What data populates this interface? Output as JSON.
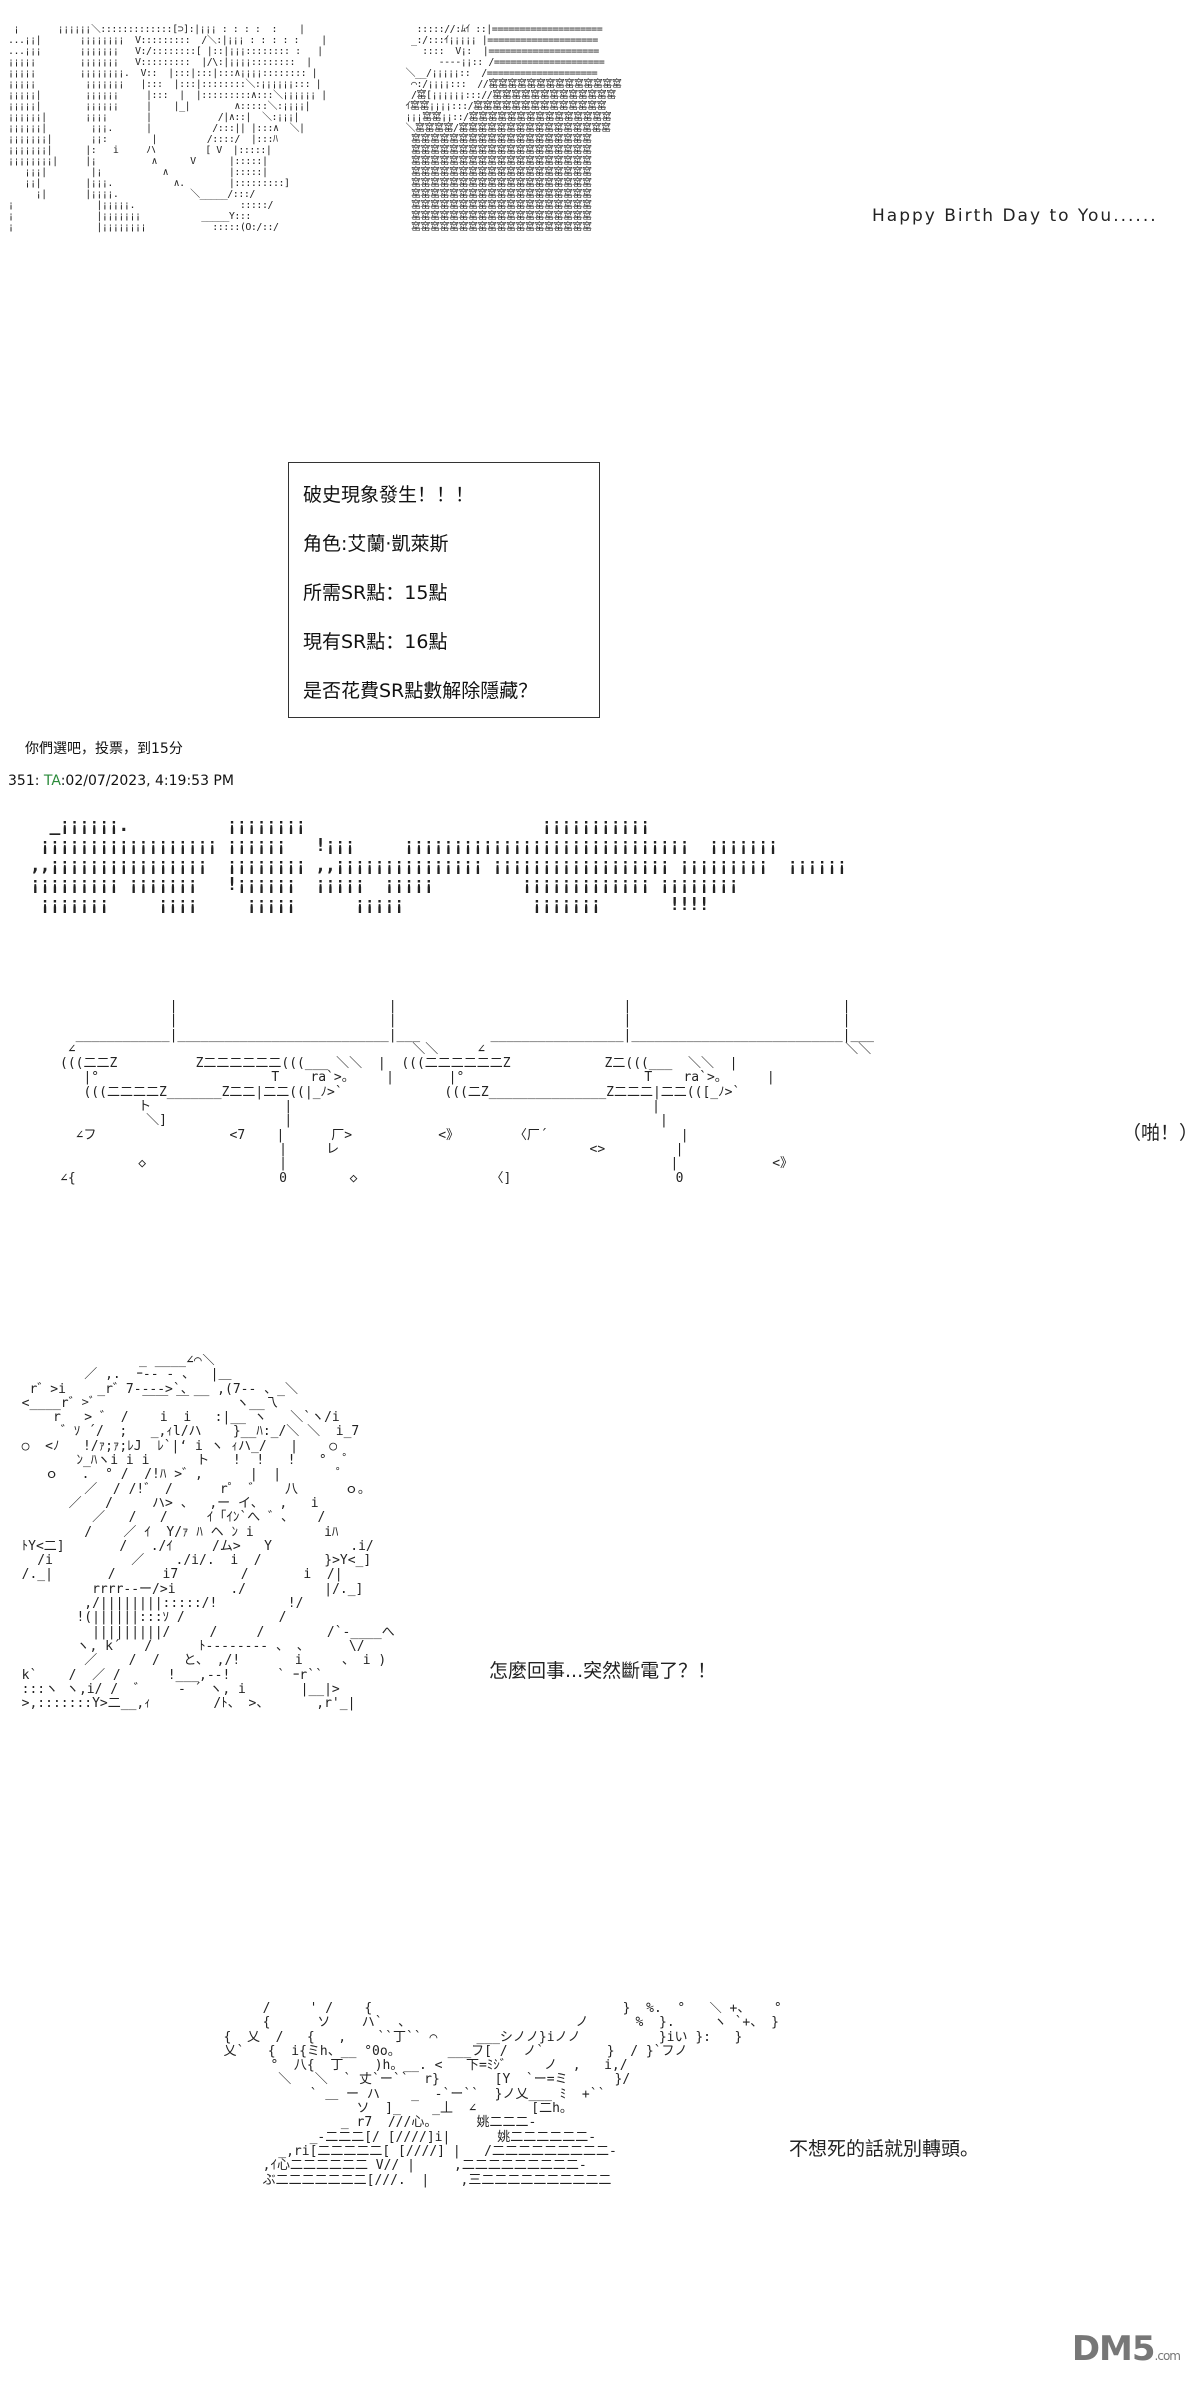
{
  "scene1": {
    "caption": "Happy Birth Day to You......",
    "art_left": " ¡       ¡¡¡¡¡¡＼:::::::::::::[⊃]:|¡¡¡ : : : :  :    |\n...¡¡|       ¡¡¡¡¡¡¡¡  V:::::::::  /＼:|¡¡¡ : : : : :    |\n...¡¡¡       ¡¡¡¡¡¡¡   V:/::::::::[ |::|¡¡¡:::::::: :   |\n¡¡¡¡¡        ¡¡¡¡¡¡¡   V:::::::::  |/\\:|¡¡¡¡::::::::  |\n¡¡¡¡¡        ¡¡¡¡¡¡¡¡.  V::  |:::|:::|:::∧¡¡¡¡:::::::: |\n¡¡¡¡¡         ¡¡¡¡¡¡¡   |:::  |:::|::::::::＼:¡¡¡¡¡¡::: |\n¡¡¡¡¡|        ¡¡¡¡¡¡     |:::  |  |:::::::::∧:::＼¡¡¡¡¡¡ |\n¡¡¡¡¡|        ¡¡¡¡¡¡     |    |_|        ∧:::::＼:¡¡¡¡|\n¡¡¡¡¡¡|       ¡¡¡¡       |            /|∧::|  ＼:¡¡¡|\n¡¡¡¡¡¡|        ¡¡¡.      |           /:::|| |:::∧  ＼|\n¡¡¡¡¡¡¡|       ¡¡:        |         /::::/  |:::ﾊ\n¡¡¡¡¡¡¡|      |:   i     ハ         [ V  |:::::|\n¡¡¡¡¡¡¡¡|     |¡          ∧      V      |:::::|\n   ¡¡¡|        |¡           ∧           |:::::|\n   ¡¡|        |¡¡¡.           ∧.        |:::::::::]\n     ¡|       |¡¡¡¡.             ＼_____/:::/\n¡               |¡¡¡¡¡.                   :::::/\n¡               |¡¡¡¡¡¡¡           _____Y:::\n¡               |¡¡¡¡¡¡¡¡            :::::(O:/::/",
    "art_right": "   ::::://:ﾑｲ ::|====================\n  _:/:::ｲ¡¡¡¡¡ |====================\n    ::::  V¡:  |====================\n       ----¡¡:: /====================\n ＼__/¡¡¡¡¡::  /====================\n  ⌒:/¡¡¡¡:::  //窰窰窰窰窰窰窰窰窰窰窰窰窰窰\n  /窰[¡¡¡¡¡¡::://窰窰窰窰窰窰窰窰窰窰窰窰窰\n ｲ窰窰¡¡¡¡:::/窰窰窰窰窰窰窰窰窰窰窰窰窰窰\n ¡¡¡窰窰¡¡::/窰窰窰窰窰窰窰窰窰窰窰窰窰窰窰\n ＼窰窰窰窰/窰窰窰窰窰窰窰窰窰窰窰窰窰窰窰窰\n  窰窰窰窰窰窰窰窰窰窰窰窰窰窰窰窰窰窰窰\n  窰窰窰窰窰窰窰窰窰窰窰窰窰窰窰窰窰窰窰\n  窰窰窰窰窰窰窰窰窰窰窰窰窰窰窰窰窰窰窰\n  窰窰窰窰窰窰窰窰窰窰窰窰窰窰窰窰窰窰窰\n  窰窰窰窰窰窰窰窰窰窰窰窰窰窰窰窰窰窰窰\n  窰窰窰窰窰窰窰窰窰窰窰窰窰窰窰窰窰窰窰\n  窰窰窰窰窰窰窰窰窰窰窰窰窰窰窰窰窰窰窰\n  窰窰窰窰窰窰窰窰窰窰窰窰窰窰窰窰窰窰窰\n  窰窰窰窰窰窰窰窰窰窰窰窰窰窰窰窰窰窰窰"
  },
  "dialog": {
    "lines": [
      "破史現象發生！！！",
      "角色:艾蘭·凱萊斯",
      "所需SR點：15點",
      "現有SR點：16點",
      "是否花費SR點數解除隱藏？"
    ]
  },
  "post": {
    "vote_note": "你們選吧，投票，到15分",
    "number": "351",
    "author": "TA",
    "timestamp": ":02/07/2023, 4:19:53 PM"
  },
  "scene2": {
    "sfx_art": "   _¡¡¡¡¡¡.          ¡¡¡¡¡¡¡¡                        ¡¡¡¡¡¡¡¡¡¡¡\n  ¡¡¡¡¡¡¡¡¡¡¡¡¡¡¡¡¡¡ ¡¡¡¡¡¡   !¡¡¡     ¡¡¡¡¡¡¡¡¡¡¡¡¡¡¡¡¡¡¡¡¡¡¡¡¡¡¡¡¡  ¡¡¡¡¡¡¡\n ,,¡¡¡¡¡¡¡¡¡¡¡¡¡¡¡¡  ¡¡¡¡¡¡¡¡ ,,¡¡¡¡¡¡¡¡¡¡¡¡¡¡¡ ¡¡¡¡¡¡¡¡¡¡¡¡¡¡¡¡¡¡ ¡¡¡¡¡¡¡¡¡  ¡¡¡¡¡¡\n ¡¡¡¡¡¡¡¡¡ ¡¡¡¡¡¡¡   !¡¡¡¡¡¡  ¡¡¡¡¡  ¡¡¡¡¡         ¡¡¡¡¡¡¡¡¡¡¡¡¡ ¡¡¡¡¡¡¡¡\n  ¡¡¡¡¡¡¡     ¡¡¡¡     ¡¡¡¡¡      ¡¡¡¡¡             ¡¡¡¡¡¡¡       !!!!",
    "switch_art": "              |                           |                             |                           |\n              |                           |                             |                           |\n  ____________|___________________________|___         _________________|___________________________|___\n ∠                                           ＼＼     ∠                                              ＼＼\n(((二二Z          Z二二二二二二(((___ ＼＼  |  (((二二二二二二Z            Z二(((___  ＼＼  |\n   |°                      T    ra`>。    |       |°                       T    ra`>。     |\n   (((二二二二Z_______Z二二|二二((|_ﾉ>`             (((二Z_______________Z二二二|二二(([_ﾉ>`\n          ト                 |                                              |\n           ＼]               |                                               |\n  ∠フ                 <7    |      厂>           <》       〈厂´                 |\n                            |     レ                                <>         |\n          ◇                 |                                                 |            <》\n∠{                          0        ◇                 〈]                     0",
    "sfx_label": "（啪！）"
  },
  "scene3": {
    "art": "                 _ ____∠⌒＼\n          ／ ,.  ｰ-- ‐ 、  |＿\n   r゛>i    _r゛7---->`、__ ,(7-- 、_＼\n  <____r゛>ﾞ      ￣￣ ￣      ヽ__乁\n      r   > ゛ /    i  i   :|__ ヽ   ＼`ヽ/i\n       ゛ｿ ´/  ;   _,ｨl/ハ    }__ﾊ:_/＼ ＼  i_7\n  ○  <ﾉ   !/ｧ;ｧ;ﾚJ  ﾚ`|‘ i ヽ ｨハ_/   |    ○\n         ﾝ_ﾊヽi i i      ト   !  !   !   °  ゜\n     ｏ   .  ° /  /!ﾊ >゛,      |  |       ゜\n          ／  / /!゛ /      r゜ ゛   八      ｏ。\n        ／   /     ハ> 、  ,ー イ、  ,   i\n           ／   /   /     ｲ「ｲﾝ`へ ゛、   /\n          /    ／ ｲ  Y/ｧ ﾊ ヘ ﾝ i         iﾊ\n  ﾄY<二]       /   ./ｲ     /ム>   Y          .i/\n    /i          ／    ./i/.  i  /        }>Y<_]\n  /._|       /      i7        /       i  /|\n           rrrr--ー/>i       ./          |/._]\n          ,/||||||||:::::/!         !/\n         !(||||||:::ｿ /            /\n           |||||||||/     /     /        /`-____へ\n         ヽ, k´   /      ﾄ-------‐ 、 、     \\/\n          ／    /  /   と、 ,/!       i     、 i )\n  k`    /  ／ /      !___,--!      ` ｰr``\n  :::ヽ ヽ,i/ /  ゛    ‐ ´ ヽ, i       |__|>\n  >,:::::::Y>二__,ｨ        /ﾄ、 >、      ,r'_|",
    "caption": "怎麼回事...突然斷電了？！"
  },
  "scene4": {
    "art": "        /     ' /    {                                }  %.  °   ＼ +、   °\n        {      ソ    ハ`  、                     ノ      %  }.     ヽ `+、 }`ヽ\n   {  乂  /   {   ,    ``丁`` ⌒     ___シノノ}iノノ          }iい }:   }\n   乂`   {  i{ミh、__ °0o。      ___フ[ /  ノ`        }  / }`フノ\n         °  八{  丁    )h。__. <   下=ﾐｼ゛    ノ  ,   i,/\n          ＼   ＼  ` 丈`ー``  r}       [Y  `ー=ミ      }/\n              ` ＿ ー ハ    _  -`ー``  }ノ乂___ ﾐ  +``\n                    ソ  ]_    _丄  ∠       [二h。\n                  _ r7  ///心。     姚二二二-\n              _-二二二[/ [////]i|      姚二二二二二二-\n          _,ri[二二二二二[ [////] |   /二二二二二二二二二-\n        ,ｲ心二二二二二二 V// |     ,二二二二二二二二二-\n        ぶ二二二二二二二[///.  |    ,三二二二二二二二二二二",
    "caption": "不想死的話就別轉頭。"
  },
  "watermark": {
    "logo": "DM5",
    "domain": ".com"
  }
}
